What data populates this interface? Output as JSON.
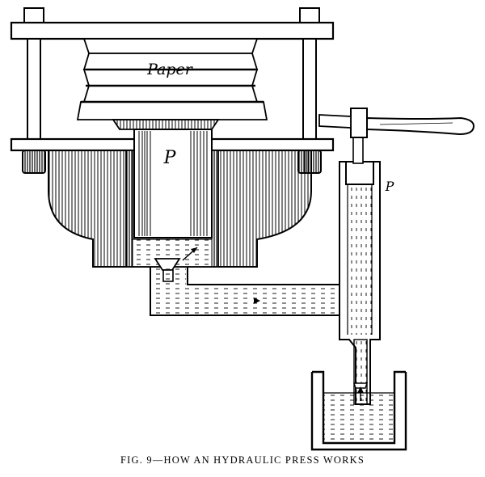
{
  "figure": {
    "labels": {
      "paper": "Paper",
      "ram_label": "P",
      "pump_label": "P"
    },
    "caption": "FIG. 9—HOW AN HYDRAULIC PRESS WORKS"
  }
}
